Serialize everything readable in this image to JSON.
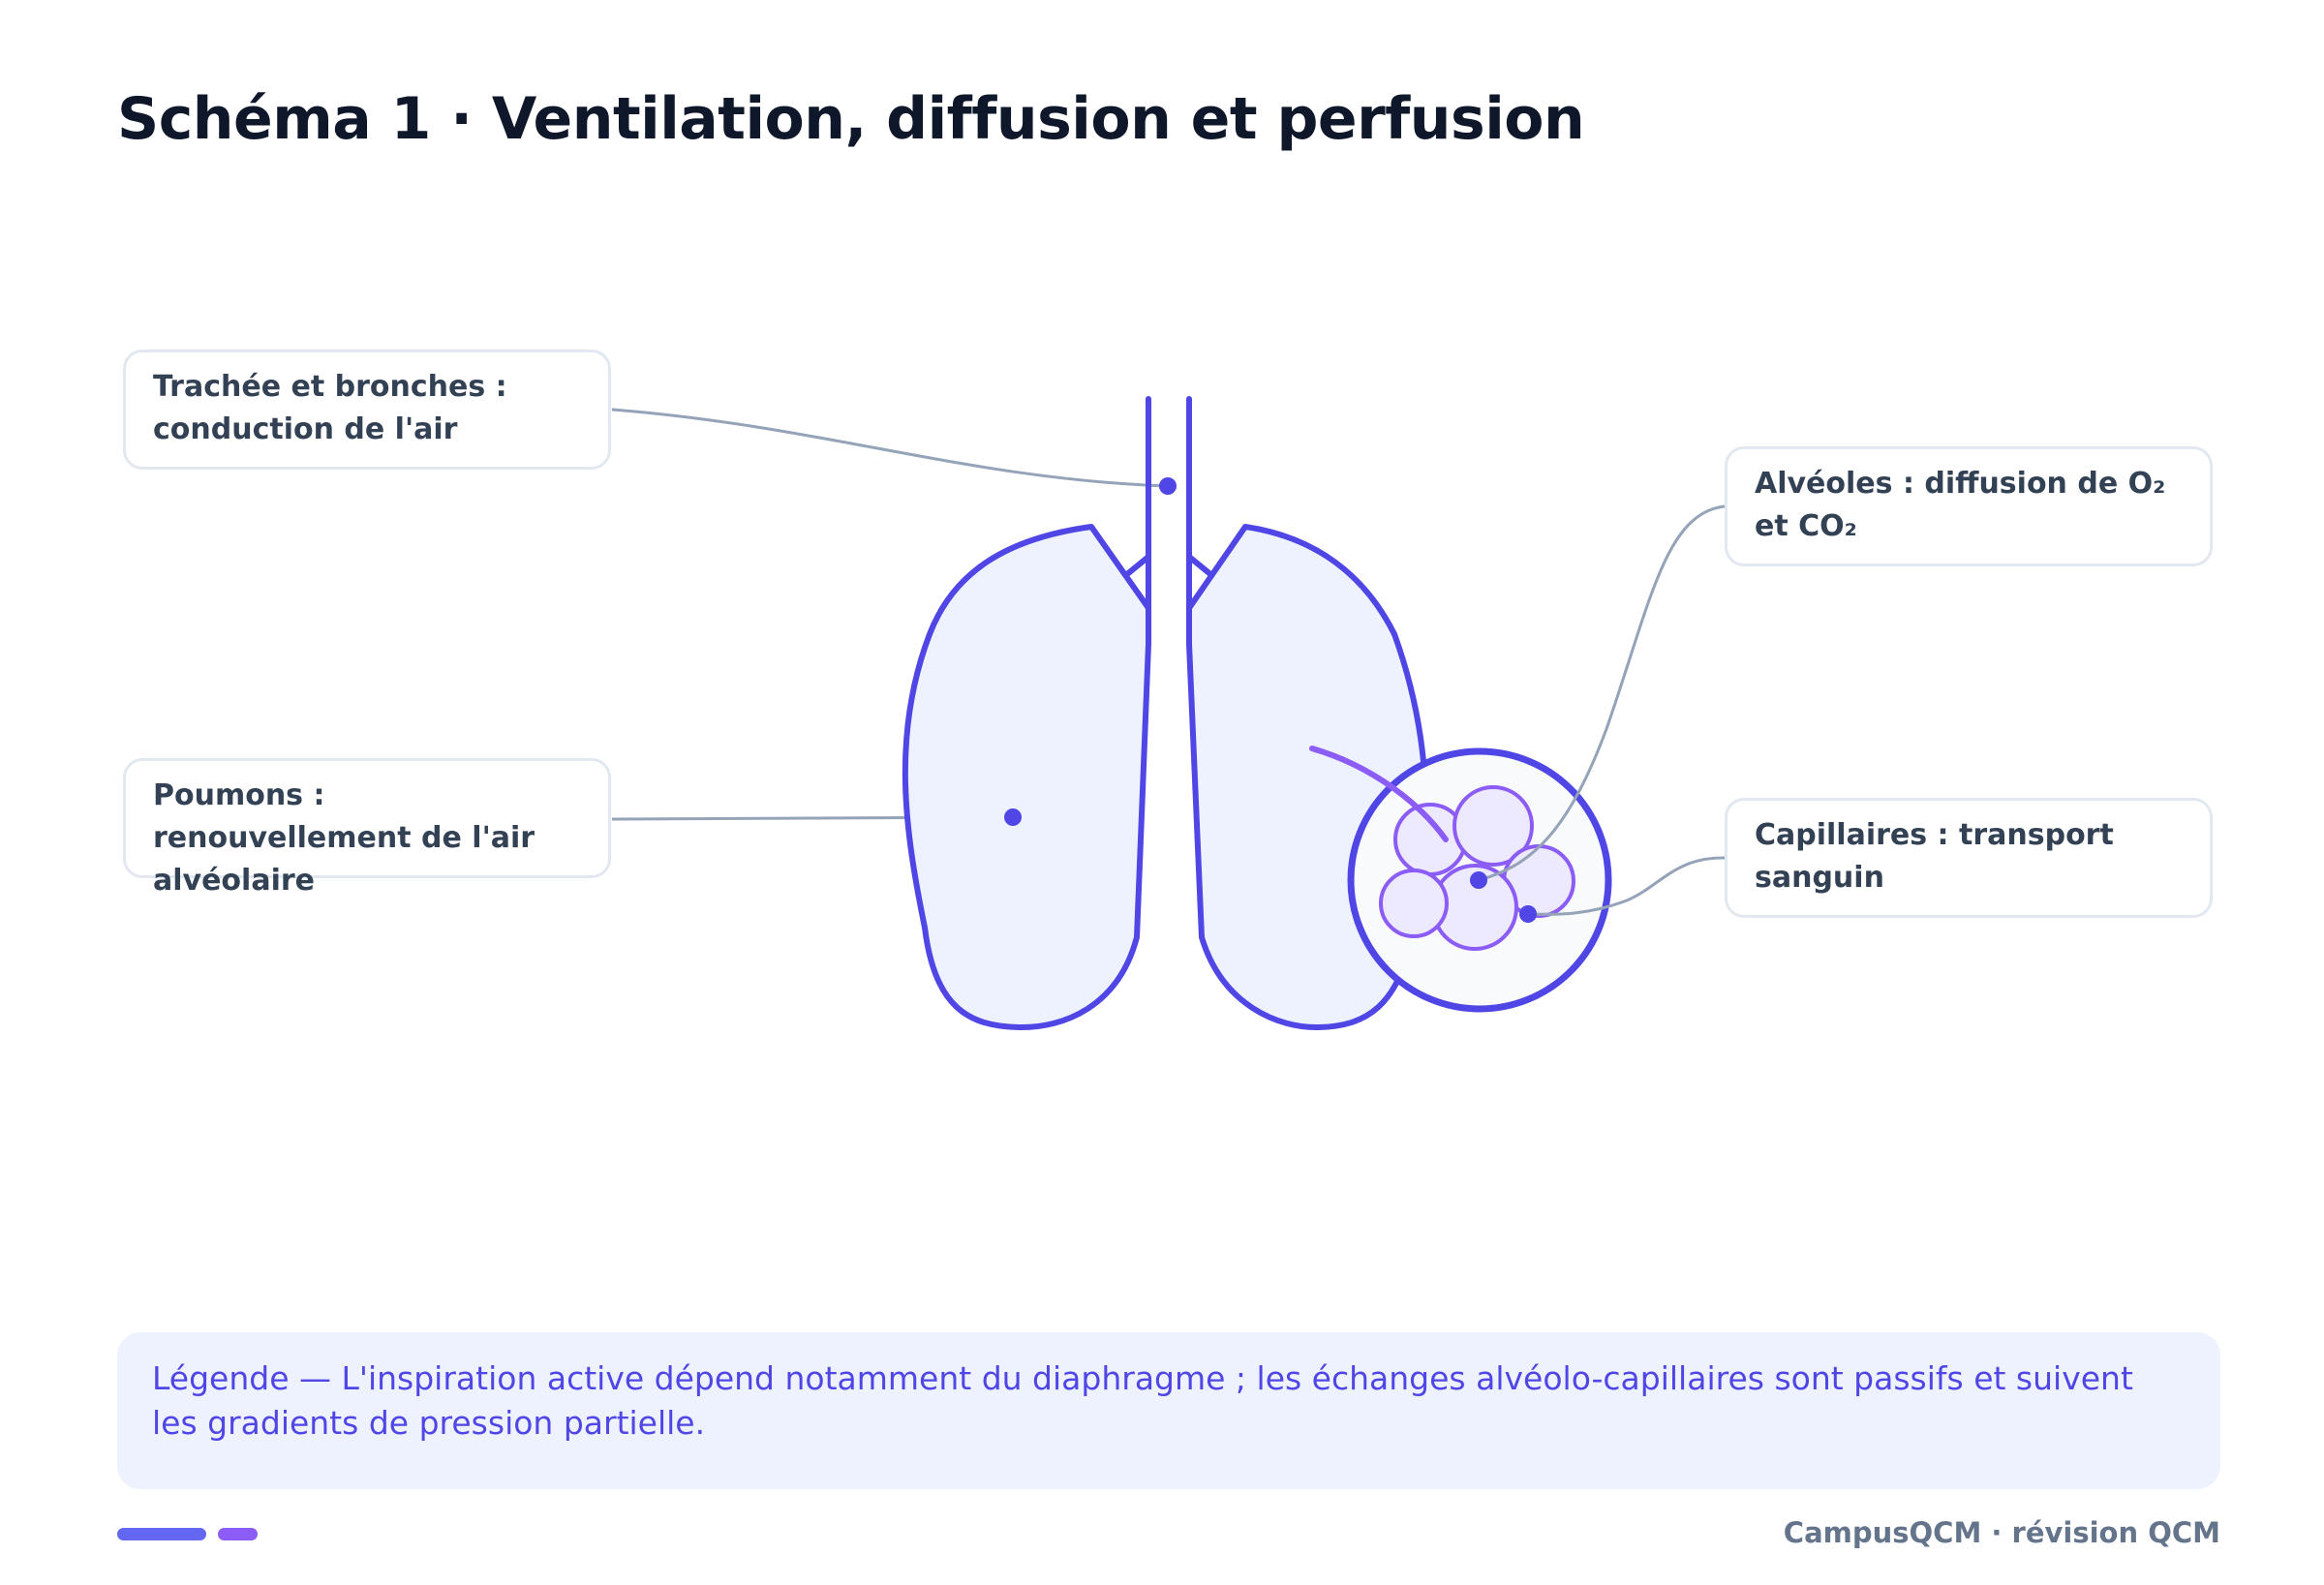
{
  "title": "Schéma 1 · Ventilation, diffusion et perfusion",
  "callouts": {
    "trachea": "Trachée et bronches : conduction de l'air",
    "lungs": "Poumons : renouvellement de l'air alvéolaire",
    "alveoli": "Alvéoles : diffusion de O₂ et CO₂",
    "capillaries": "Capillaires : transport sanguin"
  },
  "legend": "Légende — L'inspiration active dépend notamment du diaphragme ; les échanges alvéolo-capillaires sont passifs et suivent les gradients de pression partielle.",
  "brand": "CampusQCM · révision QCM",
  "colors": {
    "accent": "#4f46e5",
    "accent_secondary": "#8b5cf6",
    "lung_fill": "#eef2ff",
    "alveole_fill": "#ede9fe",
    "leader_line": "#94a3b8",
    "title": "#0f172a"
  }
}
